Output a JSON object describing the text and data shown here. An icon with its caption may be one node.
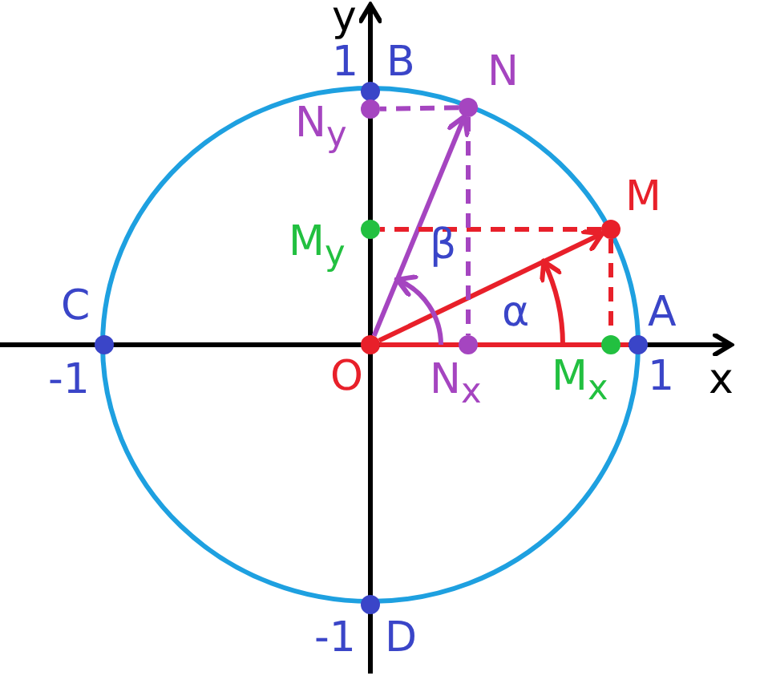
{
  "diagram": {
    "nodes": [
      {
        "text": [
          "O"
        ]
      },
      {
        "text": [
          "A"
        ]
      },
      {
        "text": [
          "B"
        ]
      },
      {
        "text": [
          "C"
        ]
      },
      {
        "text": [
          "D"
        ]
      },
      {
        "text": [
          "M"
        ]
      },
      {
        "text": [
          "N"
        ]
      },
      {
        "text": [
          "M$_{y}$"
        ]
      },
      {
        "text": [
          "M$_{x}$"
        ]
      },
      {
        "text": [
          "N$_{y}$"
        ]
      },
      {
        "text": [
          "N$_{x}$"
        ]
      }
    ],
    "edges": [
      {
        "from": 0,
        "to": 5,
        "arrow": "to"
      },
      {
        "from": 0,
        "to": 6,
        "arrow": "to",
        "color": "#a545c0"
      },
      {
        "from": 0,
        "to": 1,
        "arrow": "none"
      },
      {
        "from": 5,
        "to": 7,
        "arrow": "none",
        "style": "dashed"
      },
      {
        "from": 5,
        "to": 8,
        "arrow": "none",
        "style": "dashed"
      },
      {
        "from": 6,
        "to": 9,
        "arrow": "none",
        "style": "dashed",
        "color": "#a545c0"
      },
      {
        "from": 6,
        "to": 10,
        "arrow": "none",
        "style": "dashed",
        "color": "#a545c0"
      }
    ],
    "labels": [
      "y",
      "1",
      "β",
      "α",
      "-1",
      "1",
      "x",
      "-1"
    ]
  }
}
